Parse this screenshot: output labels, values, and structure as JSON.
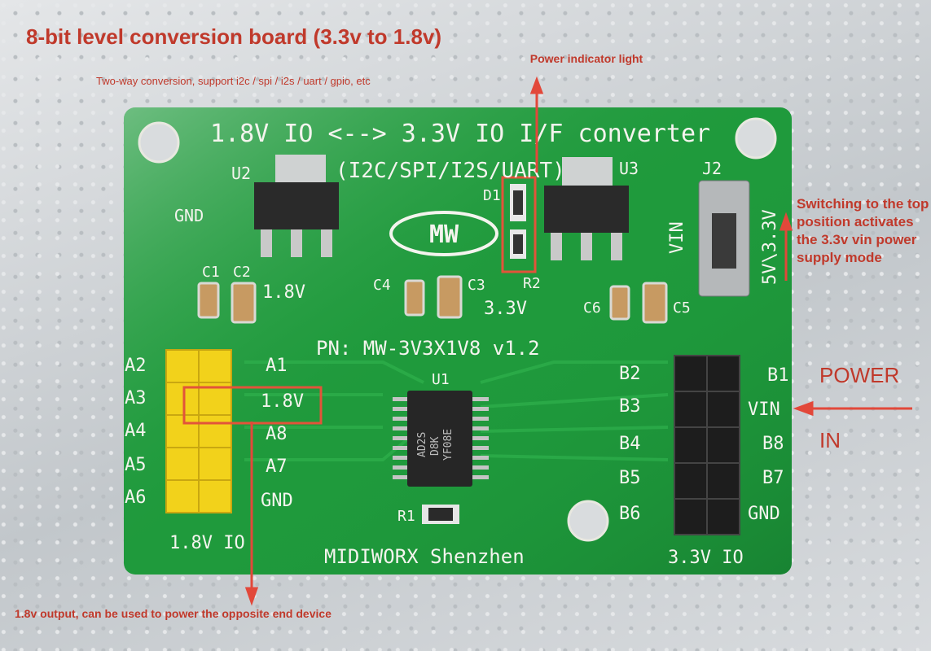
{
  "annotations": {
    "title": "8-bit level conversion board (3.3v to 1.8v)",
    "subtitle": "Two-way conversion, support i2c / spi / i2s / uart / gpio, etc",
    "power_indicator": "Power indicator light",
    "switch_note": "Switching to the top position activates the 3.3v vin power supply mode",
    "power_in": "POWER",
    "in": "IN",
    "output_note": "1.8v output, can be used to power the opposite end device"
  },
  "board": {
    "header_line": "1.8V IO <--> 3.3V IO I/F converter",
    "protocols": "(I2C/SPI/I2S/UART)",
    "logo": "MW",
    "pn": "PN: MW-3V3X1V8 v1.2",
    "maker": "MIDIWORX Shenzhen",
    "chip_text": [
      "YF08E",
      "D8K",
      "AD2S"
    ],
    "labels": {
      "u1": "U1",
      "u2": "U2",
      "u3": "U3",
      "j2": "J2",
      "d1": "D1",
      "r1": "R1",
      "r2": "R2",
      "c1": "C1",
      "c2": "C2",
      "c3": "C3",
      "c4": "C4",
      "c5": "C5",
      "c6": "C6",
      "gnd_top": "GND",
      "v18_top": "1.8V",
      "v33_top": "3.3V",
      "vin_sw": "VIN",
      "sw_5v33": "5V\\3.3V"
    },
    "left_pins": [
      "A2",
      "A3",
      "A4",
      "A5",
      "A6"
    ],
    "mid_left_pins": [
      "A1",
      "1.8V",
      "A8",
      "A7",
      "GND"
    ],
    "left_footer": "1.8V IO",
    "mid_right_pins": [
      "B2",
      "B3",
      "B4",
      "B5",
      "B6"
    ],
    "right_pins": [
      "B1",
      "VIN",
      "B8",
      "B7",
      "GND"
    ],
    "right_footer": "3.3V IO"
  },
  "colors": {
    "pcb": "#1f9a3c",
    "annotation": "#c0392b",
    "header_pins": "#f2d21b"
  }
}
